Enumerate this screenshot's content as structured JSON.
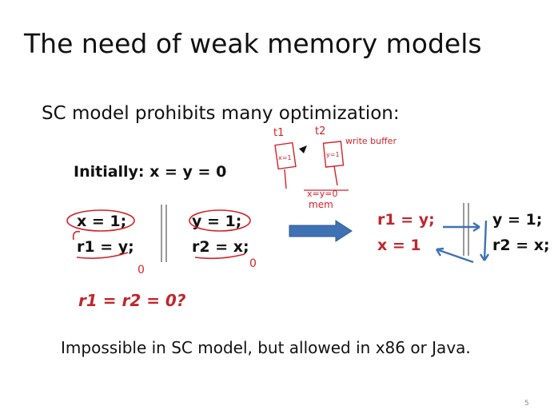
{
  "slide": {
    "title": "The need of weak memory models",
    "subtitle": "SC model prohibits many optimization:",
    "initially": "Initially:  x = y = 0",
    "thread1": [
      "x = 1;",
      "r1 = y;"
    ],
    "thread2": [
      "y = 1;",
      "r2 = x;"
    ],
    "question": "r1 = r2 = 0?",
    "reordered_thread1": [
      "r1 = y;",
      "x = 1"
    ],
    "reordered_thread2": [
      "y = 1;",
      "r2 = x;"
    ],
    "conclusion": "Impossible in SC model, but allowed in x86 or Java.",
    "page_number": "5"
  },
  "annotations": {
    "t1_label": "t1",
    "t2_label": "t2",
    "write_buffer_label": "write buffer",
    "mem_state": "x=y=0",
    "mem_label": "mem",
    "buffer1_text": "x=1",
    "buffer2_text": "y=1",
    "r1_value": "0",
    "r2_value": "0"
  },
  "colors": {
    "text": "#111111",
    "code_red": "#c0262c",
    "ink_red": "#d2222a",
    "arrow_blue": "#3f72b4",
    "page_number": "#888888"
  }
}
